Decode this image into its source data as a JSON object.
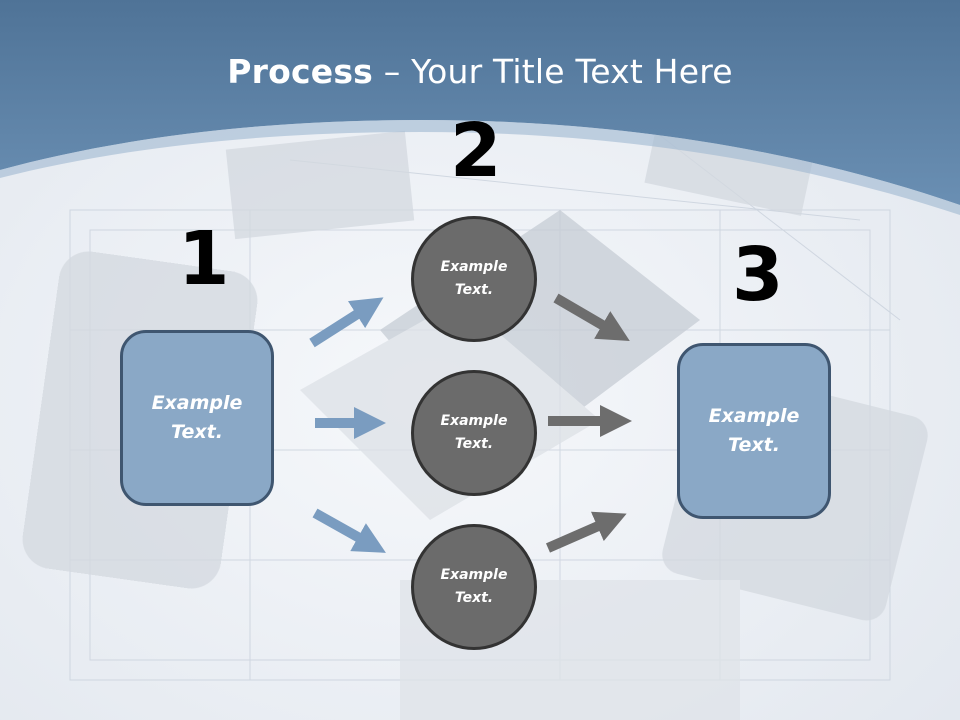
{
  "title": {
    "bold": "Process",
    "rest": " – Your Title Text Here"
  },
  "steps": {
    "one": "1",
    "two": "2",
    "three": "3"
  },
  "boxes": {
    "left": "Example\nText.",
    "right": "Example\nText."
  },
  "circles": {
    "top": "Example\nText.",
    "middle": "Example\nText.",
    "bottom": "Example\nText."
  },
  "colors": {
    "header": "#5b7fa3",
    "box_fill": "#8aa8c6",
    "circle_fill": "#6b6b6b",
    "blue_arrow": "#7a9cc0",
    "gray_arrow": "#6d6d6d"
  }
}
